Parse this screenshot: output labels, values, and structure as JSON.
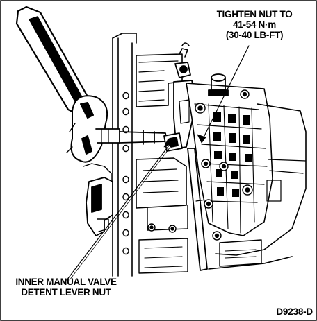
{
  "figure": {
    "border_color": "#000000",
    "background": "#ffffff"
  },
  "callouts": {
    "torque": {
      "line1": "TIGHTEN NUT TO",
      "line2": "41-54 N·m",
      "line3": "(30-40 LB-FT)"
    },
    "part": {
      "line1": "INNER MANUAL VALVE",
      "line2": "DETENT LEVER NUT"
    }
  },
  "figure_id": "D9238-D"
}
